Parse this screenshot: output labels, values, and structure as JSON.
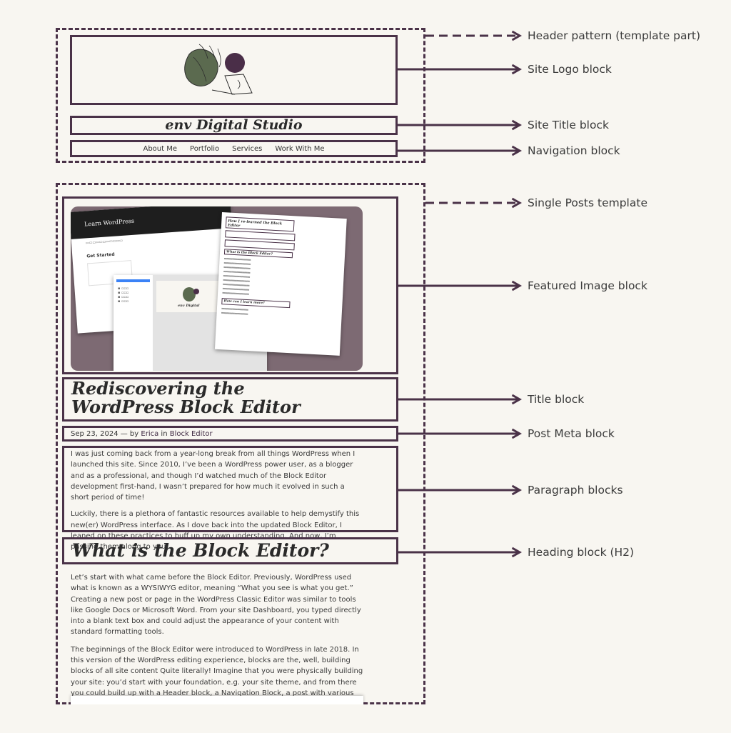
{
  "labels": {
    "header_pattern": "Header pattern (template part)",
    "site_logo": "Site Logo block",
    "site_title": "Site Title block",
    "navigation": "Navigation block",
    "single_posts": "Single Posts template",
    "featured_image": "Featured Image block",
    "title": "Title block",
    "post_meta": "Post Meta block",
    "paragraphs": "Paragraph blocks",
    "heading": "Heading block (H2)"
  },
  "header": {
    "site_title": "env Digital Studio",
    "nav_items": [
      "About Me",
      "Portfolio",
      "Services",
      "Work With Me"
    ]
  },
  "post": {
    "title_line1": "Rediscovering the",
    "title_line2": "WordPress Block Editor",
    "meta_date": "Sep 23, 2024",
    "meta_sep": "— by",
    "meta_author": "Erica",
    "meta_in": "in",
    "meta_category": "Block Editor",
    "paragraphs": [
      "I was just coming back from a year-long break from all things WordPress when I launched this site. Since 2010, I’ve been a WordPress power user, as a blogger and as a professional, and though I’d watched much of the Block Editor development first-hand, I wasn’t prepared for how much it evolved in such a short period of time!",
      "Luckily, there is a plethora of fantastic resources available to help demystify this new(er) WordPress interface. As I dove back into the updated Block Editor, I leaned on these practices to buff up my own understanding. And now, I’m passing them along to you."
    ],
    "heading": "What is the Block Editor?",
    "body": [
      "Let’s start with what came before the Block Editor. Previously, WordPress used what is known as a WYSIWYG editor, meaning “What you see is what you get.” Creating a new post or page in the WordPress Classic Editor was similar to tools like Google Docs or Microsoft Word. From your site Dashboard, you typed directly into a blank text box and could adjust the appearance of your content with standard formatting tools.",
      "The beginnings of the Block Editor were introduced to WordPress in late 2018. In this version of the WordPress editing experience, blocks are the, well, building blocks of all site content Quite literally! Imagine that you were physically building your site: you’d start with your foundation, e.g. your site theme, and from there you could build up with a Header block, a Navigation Block, a post with various content-related blocks, and so on."
    ]
  },
  "featured": {
    "learn_wp": "Learn WordPress",
    "get_started": "Get Started",
    "doc_title1": "How I re-learned the Block Editor",
    "doc_title2": "What is the Block Editor?",
    "doc_title3": "How can I learn more?",
    "env_text": "env Digital"
  },
  "colors": {
    "accent": "#4a3248",
    "background": "#f8f6f1",
    "logo_green": "#5b6a4f",
    "logo_plum": "#4a2e48"
  }
}
